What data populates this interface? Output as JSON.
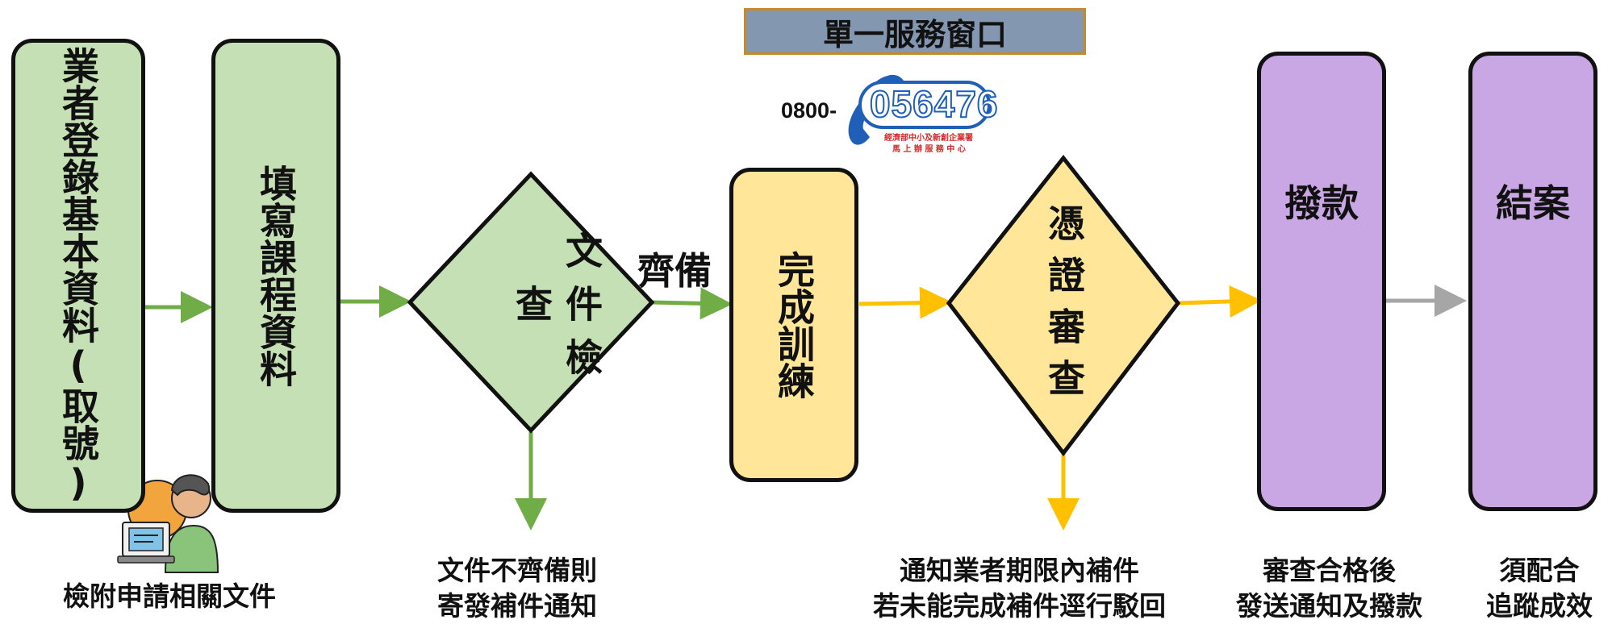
{
  "header": {
    "title": "單一服務窗口"
  },
  "hotline": {
    "prefix": "0800-",
    "number": "056476",
    "org_line1": "經濟部中小及新創企業署",
    "org_line2": "馬 上 辦 服 務 中 心"
  },
  "steps": {
    "register": "業者登錄基本資料(取號)",
    "fill_course": "填寫課程資料",
    "doc_check": "文件檢查",
    "complete_training": "完成訓練",
    "voucher_review": "憑證審查",
    "payment": "撥款",
    "close_case": "結案"
  },
  "edge_labels": {
    "complete": "齊備"
  },
  "captions": {
    "attach_docs": "檢附申請相關文件",
    "doc_incomplete_line1": "文件不齊備則",
    "doc_incomplete_line2": "寄發補件通知",
    "notify_line1": "通知業者期限內補件",
    "notify_line2": "若未能完成補件逕行駁回",
    "approved_line1": "審查合格後",
    "approved_line2": "發送通知及撥款",
    "track_line1": "須配合",
    "track_line2": "追蹤成效"
  },
  "colors": {
    "green_fill": "#c5e0b4",
    "yellow_fill": "#ffe699",
    "purple_fill": "#c9a6e4",
    "green_arrow": "#70ad47",
    "yellow_arrow": "#ffc000",
    "gray_arrow": "#a6a6a6",
    "header_fill": "#8497b0",
    "hotline_blue": "#1f5fb8",
    "hotline_red": "#d12a2a"
  },
  "icons": [
    "user-at-computer-icon",
    "phone-handset-icon"
  ]
}
